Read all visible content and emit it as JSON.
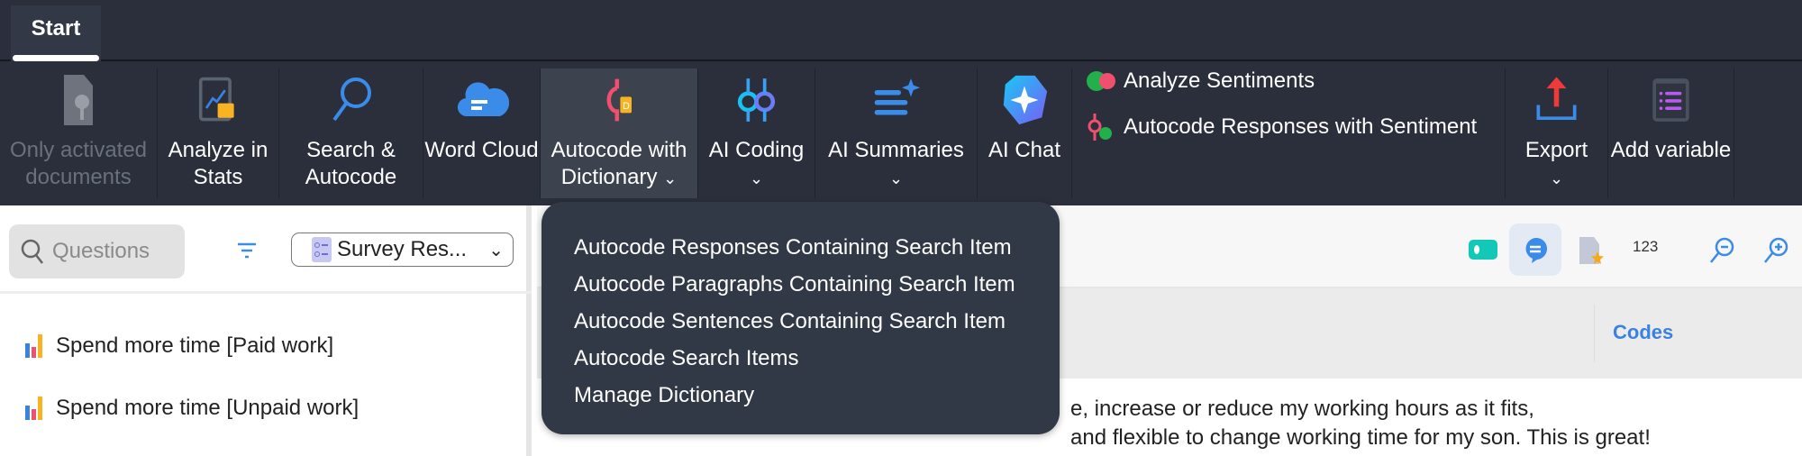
{
  "tabs": [
    {
      "label": "Start",
      "active": true
    }
  ],
  "toolbar": {
    "only_activated": "Only activated documents",
    "analyze_stats": "Analyze in Stats",
    "search_autocode": "Search & Autocode",
    "word_cloud": "Word Cloud",
    "autocode_dictionary": "Autocode with Dictionary",
    "ai_coding": "AI Coding",
    "ai_summaries": "AI Summaries",
    "ai_chat": "AI Chat",
    "analyze_sentiments": "Analyze Sentiments",
    "autocode_sentiment": "Autocode Responses with Sentiment",
    "export": "Export",
    "add_variable": "Add variable",
    "chevron": "⌄"
  },
  "dropdown": {
    "items": [
      "Autocode Responses Containing Search Item",
      "Autocode Paragraphs Containing Search Item",
      "Autocode Sentences Containing Search Item",
      "Autocode Search Items",
      "Manage Dictionary"
    ]
  },
  "left": {
    "search_placeholder": "Questions",
    "select_value": "Survey Res...",
    "questions": [
      "Spend more time [Paid work]",
      "Spend more time [Unpaid work]"
    ]
  },
  "main": {
    "number_toggle": "123",
    "codes_header": "Codes",
    "response_lines": [
      "e, increase or reduce my working hours as it fits,",
      "and flexible to change working time for my son. This is great!"
    ]
  },
  "colors": {
    "toolbar_bg": "#2a2f3b",
    "dropdown_bg": "#323946",
    "accent": "#3b82e0"
  }
}
